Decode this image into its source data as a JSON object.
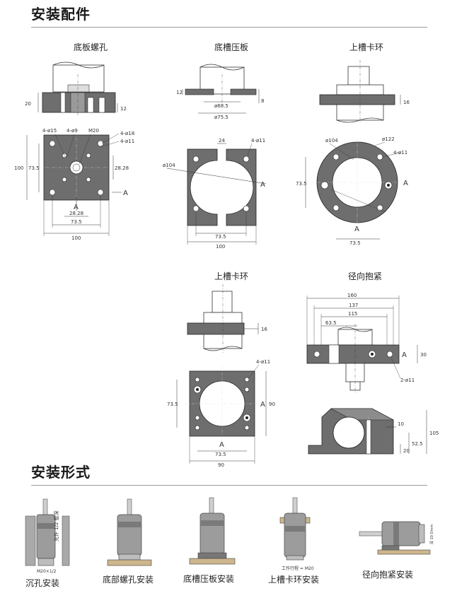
{
  "sections": {
    "accessories_title": "安装配件",
    "forms_title": "安装形式"
  },
  "colors": {
    "plate": "#6e6e6e",
    "plate_dark": "#4a4a4a",
    "line": "#333333",
    "section_line": "#9a9a9a"
  },
  "drawings": {
    "bottom_thread": {
      "title": "底板螺孔",
      "dims": {
        "h20": "20",
        "h12": "12",
        "holes_a": "4-ø15",
        "holes_b": "4-ø9",
        "thread": "M20",
        "holes_c": "4-ø18",
        "holes_d": "4-ø11",
        "d100_v": "100",
        "d735_v": "73.5",
        "d2828_v": "28.28",
        "d2828_h": "28.28",
        "d735_h": "73.5",
        "d100_h": "100",
        "section": "A"
      }
    },
    "groove_plate": {
      "title": "底槽压板",
      "dims": {
        "t12": "12",
        "t8": "8",
        "d685": "ø68.5",
        "d755": "ø75.5",
        "w24": "24",
        "holes": "4-ø11",
        "d104": "ø104",
        "d735": "73.5",
        "d100": "100",
        "section": "A"
      }
    },
    "top_ring_1": {
      "title": "上槽卡环",
      "dims": {
        "t16": "16",
        "d104": "ø104",
        "d122": "ø122",
        "holes": "4-ø11",
        "d735_v": "73.5",
        "d735_h": "73.5",
        "section": "A"
      }
    },
    "top_ring_2": {
      "title": "上槽卡环",
      "dims": {
        "t16": "16",
        "holes": "4-ø11",
        "d735_v": "73.5",
        "d90_v": "90",
        "d735_h": "73.5",
        "d90_h": "90",
        "section": "A"
      }
    },
    "radial_clamp": {
      "title": "径向抱紧",
      "dims": {
        "d160": "160",
        "d137": "137",
        "d115": "115",
        "d635": "63.5",
        "d30": "30",
        "holes": "2-ø11",
        "d10": "10",
        "d105": "105",
        "d525": "52.5",
        "d20": "20",
        "section": "A"
      }
    }
  },
  "forms": [
    {
      "caption": "沉孔安装",
      "note_a": "允许 1/2 壁深",
      "note_b": "M20×1/2"
    },
    {
      "caption": "底部螺孔安装"
    },
    {
      "caption": "底槽压板安装"
    },
    {
      "caption": "上槽卡环安装",
      "note_a": "工作行程 = M20"
    },
    {
      "caption": "径向抱紧安装",
      "note_a": "深 10 Omm"
    }
  ]
}
